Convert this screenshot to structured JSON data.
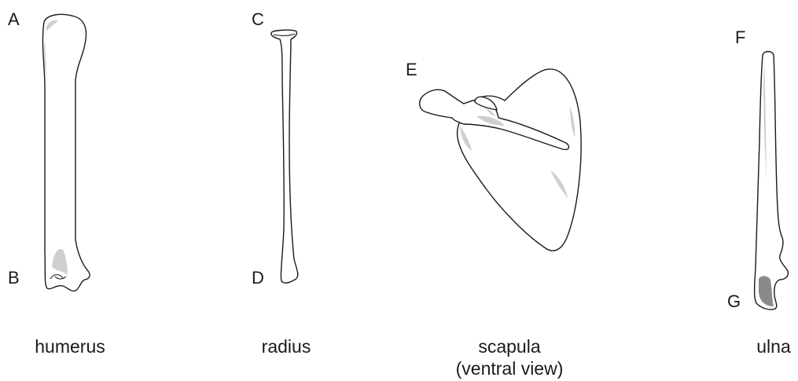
{
  "labels": {
    "a": "A",
    "b": "B",
    "c": "C",
    "d": "D",
    "e": "E",
    "f": "F",
    "g": "G"
  },
  "captions": {
    "humerus": "humerus",
    "radius": "radius",
    "scapula_line1": "scapula",
    "scapula_line2": "(ventral view)",
    "ulna": "ulna"
  },
  "colors": {
    "outline": "#1a1a1a",
    "fill": "#ffffff",
    "shade": "#cfcfcf"
  }
}
